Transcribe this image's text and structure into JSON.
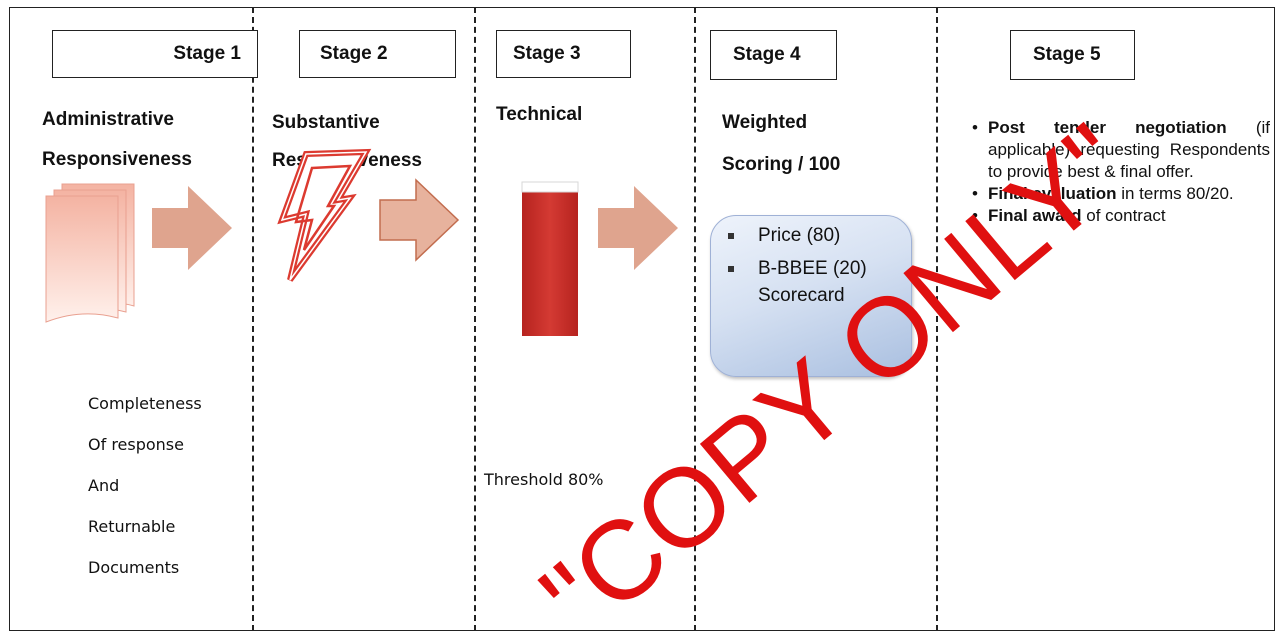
{
  "stages": [
    {
      "label": "Stage 1",
      "heading": [
        "Administrative",
        "Responsiveness"
      ],
      "criteria": [
        "Completeness",
        "Of response",
        "And",
        "Returnable",
        "Documents"
      ]
    },
    {
      "label": "Stage 2",
      "heading": [
        "Substantive",
        "Responsiveness"
      ]
    },
    {
      "label": "Stage 3",
      "heading": [
        "Technical"
      ],
      "threshold": "Threshold 80%"
    },
    {
      "label": "Stage 4",
      "heading": [
        "Weighted",
        "Scoring / 100"
      ],
      "items": [
        {
          "line1": "Price (80)"
        },
        {
          "line1": "B-BBEE (20)",
          "line2": "Scorecard"
        }
      ]
    },
    {
      "label": "Stage 5",
      "items": [
        {
          "bold": "Post tender negotiation",
          "text": " (if applicable) requesting Respondents to provide best & final offer."
        },
        {
          "bold": "Final evaluation",
          "text": " in terms 80/20."
        },
        {
          "bold": "Final award",
          "text": " of contract"
        }
      ]
    }
  ],
  "watermark": "\"COPY ONLY\"",
  "colors": {
    "arrow": "#dfa48e",
    "bar": "#c8322c",
    "watermark": "#e01010",
    "document": "#f2b4a4"
  }
}
